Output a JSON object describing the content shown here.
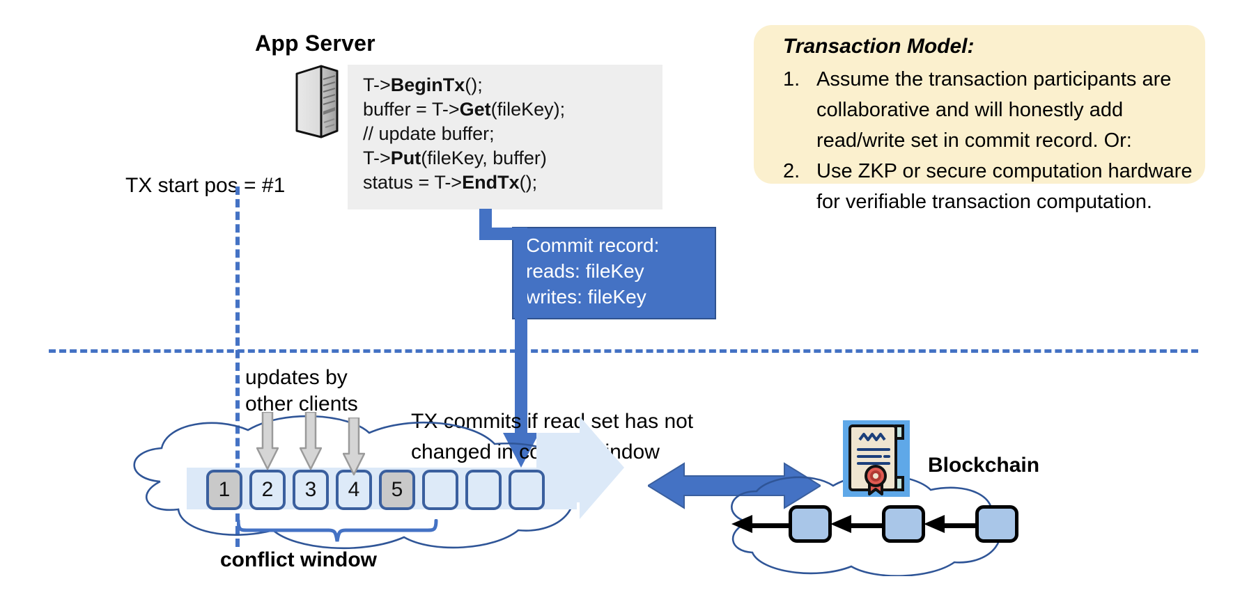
{
  "diagram": {
    "app_server": {
      "title": "App Server",
      "icon": "server-icon",
      "code_lines": [
        {
          "prefix": "T->",
          "bold": "BeginTx",
          "suffix": "();"
        },
        {
          "prefix": "buffer = T->",
          "bold": "Get",
          "suffix": "(fileKey);"
        },
        {
          "prefix": "// update buffer;",
          "bold": "",
          "suffix": ""
        },
        {
          "prefix": "T->",
          "bold": "Put",
          "suffix": "(fileKey, buffer)"
        },
        {
          "prefix": "status = T->",
          "bold": "EndTx",
          "suffix": "();"
        }
      ]
    },
    "commit_record": {
      "title": "Commit record:",
      "reads": "reads: fileKey",
      "writes": "writes: fileKey"
    },
    "transaction_model": {
      "title": "Transaction Model:",
      "items": [
        {
          "num": "1.",
          "text": "Assume the transaction participants are collaborative and will honestly add read/write set in commit record.  Or:"
        },
        {
          "num": "2.",
          "text": "Use ZKP or secure computation hardware for verifiable transaction computation."
        }
      ]
    },
    "labels": {
      "tx_start_pos": "TX start pos = #1",
      "updates_by_other_clients_line1": "updates by",
      "updates_by_other_clients_line2": "other clients",
      "tx_commits_line1": "TX commits if read set has not",
      "tx_commits_line2": "changed in conflict window",
      "conflict_window": "conflict window",
      "blockchain": "Blockchain"
    },
    "ledger": {
      "cells": [
        "1",
        "2",
        "3",
        "4",
        "5",
        "",
        "",
        ""
      ],
      "highlighted_cells": [
        "1",
        "5"
      ],
      "update_arrow_cells": [
        "2",
        "3",
        "4"
      ],
      "commit_arrow_cell": "5"
    },
    "blockchain": {
      "blocks": [
        "",
        "",
        ""
      ],
      "icon": "certificate-icon"
    },
    "colors": {
      "accent_blue": "#4472C4",
      "dark_blue_border": "#2F528F",
      "cloud_outline": "#3a5f9e",
      "panel_yellow": "#FBF0CE",
      "code_panel_grey": "#EEEEEE",
      "cell_fill": "#DDEAF8",
      "cell_highlight": "#C9C9C9",
      "ledger_strip": "#DCE9F8",
      "blockchain_block": "#A9C6E8",
      "seal_red": "#D94A45"
    }
  }
}
